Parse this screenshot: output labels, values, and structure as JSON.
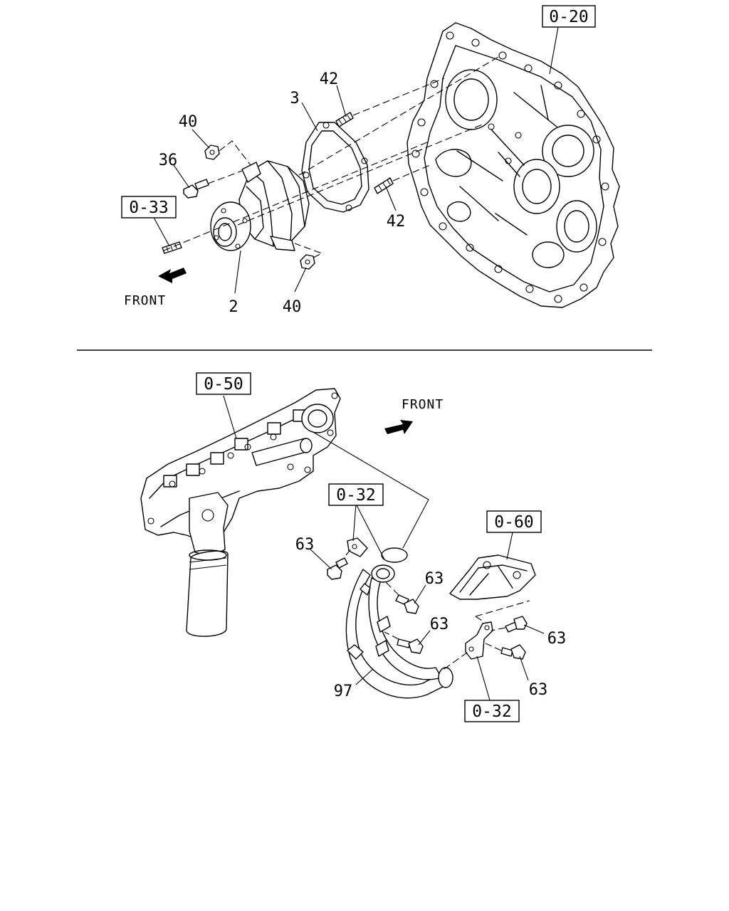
{
  "figure": {
    "ref_boxes": [
      "0-20",
      "0-33",
      "0-50",
      "0-32",
      "0-60",
      "0-32"
    ],
    "part_numbers": [
      "42",
      "3",
      "40",
      "36",
      "42",
      "2",
      "40",
      "63",
      "63",
      "63",
      "63",
      "63",
      "97"
    ],
    "direction_labels": [
      "FRONT",
      "FRONT"
    ]
  }
}
